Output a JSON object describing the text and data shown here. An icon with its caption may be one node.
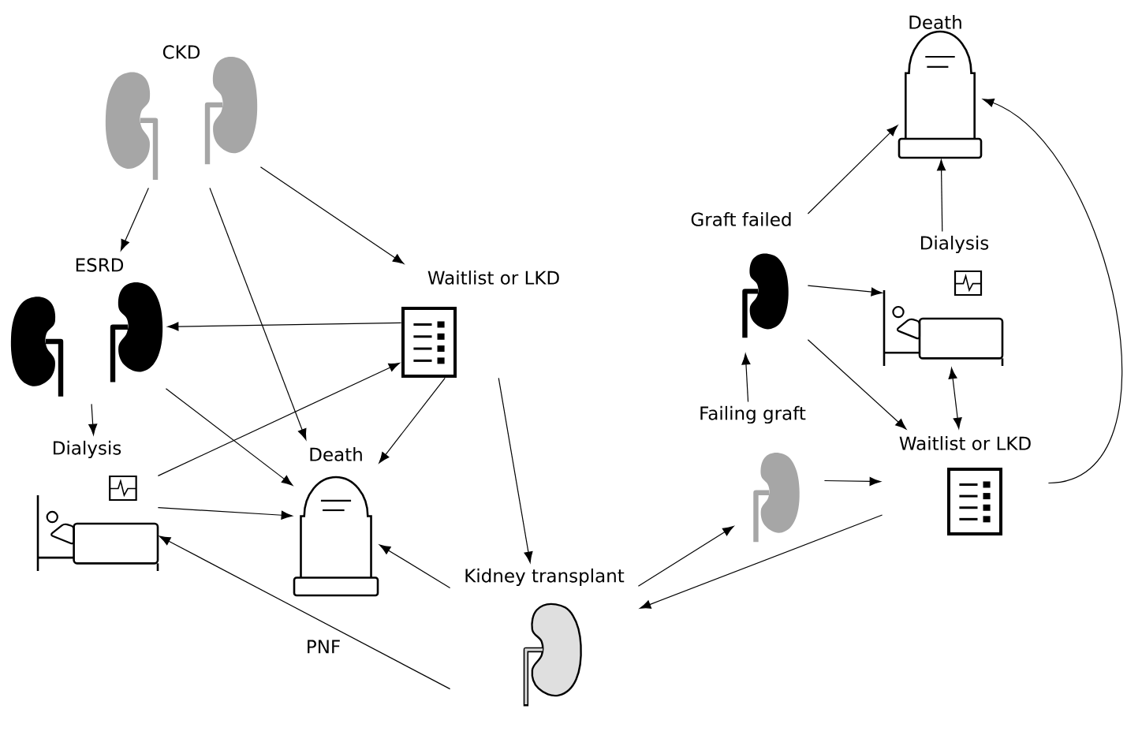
{
  "diagram": {
    "nodes": [
      {
        "text": [
          "CKD"
        ]
      },
      {
        "text": [
          "ESRD"
        ]
      },
      {
        "text": [
          "Waitlist or LKD"
        ]
      },
      {
        "text": [
          "Dialysis"
        ]
      },
      {
        "text": [
          "Death"
        ]
      },
      {
        "text": [
          "Kidney transplant"
        ]
      },
      {
        "text": [
          "Graft failed"
        ]
      },
      {
        "text": [
          "Failing graft"
        ]
      },
      {
        "text": [
          "Dialysis"
        ]
      },
      {
        "text": [
          "Death"
        ]
      },
      {
        "text": [
          "Waitlist or LKD"
        ]
      }
    ],
    "edges": [
      {
        "from": 0,
        "to": 1,
        "arrow": "to"
      },
      {
        "from": 0,
        "to": 4,
        "arrow": "to"
      },
      {
        "from": 0,
        "to": 2,
        "arrow": "to"
      },
      {
        "from": 2,
        "to": 1,
        "arrow": "to"
      },
      {
        "from": 3,
        "to": 2,
        "arrow": "to"
      },
      {
        "from": 1,
        "to": 4,
        "arrow": "to"
      },
      {
        "from": 2,
        "to": 4,
        "arrow": "to"
      },
      {
        "from": 1,
        "to": 3,
        "arrow": "to"
      },
      {
        "from": 3,
        "to": 4,
        "arrow": "to"
      },
      {
        "from": 5,
        "to": 4,
        "arrow": "to"
      },
      {
        "from": 2,
        "to": 5,
        "arrow": "to"
      },
      {
        "from": 5,
        "to": 3,
        "arrow": "to",
        "label": "PNF"
      },
      {
        "from": 5,
        "to": 7,
        "arrow": "to"
      },
      {
        "from": 7,
        "to": 6,
        "arrow": "to"
      },
      {
        "from": 6,
        "to": 9,
        "arrow": "to"
      },
      {
        "from": 6,
        "to": 8,
        "arrow": "to"
      },
      {
        "from": 6,
        "to": 10,
        "arrow": "to"
      },
      {
        "from": 8,
        "to": 9,
        "arrow": "to"
      },
      {
        "from": 8,
        "to": 10,
        "arrow": "both"
      },
      {
        "from": 7,
        "to": 10,
        "arrow": "to"
      },
      {
        "from": 10,
        "to": 9,
        "arrow": "to"
      },
      {
        "from": 10,
        "to": 5,
        "arrow": "to"
      }
    ]
  }
}
